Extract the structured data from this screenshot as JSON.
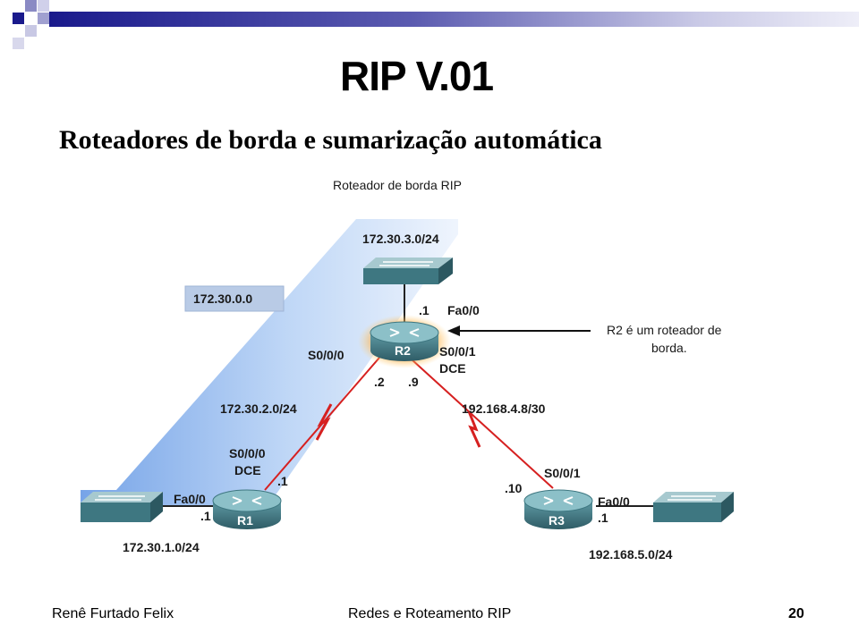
{
  "slide": {
    "title": "RIP V.01",
    "subtitle": "Roteadores de borda e sumarização automática",
    "footer_author": "Renê Furtado Felix",
    "footer_course": "Redes e Roteamento RIP",
    "page_number": "20"
  },
  "diagram": {
    "caption": "Roteador de borda RIP",
    "network_summary": "172.30.0.0",
    "annotation": "R2 é um roteador de borda.",
    "routers": {
      "r1": "R1",
      "r2": "R2",
      "r3": "R3"
    },
    "networks": {
      "net_r2_lan": "172.30.3.0/24",
      "net_r1_r2": "172.30.2.0/24",
      "net_r2_r3": "192.168.4.8/30",
      "net_r1_lan": "172.30.1.0/24",
      "net_r3_lan": "192.168.5.0/24"
    },
    "interfaces": {
      "r2_fa": "Fa0/0",
      "r2_fa_host": ".1",
      "r2_s000": "S0/0/0",
      "r2_s001": "S0/0/1",
      "r2_dce": "DCE",
      "r2_s000_host": ".2",
      "r2_s001_host": ".9",
      "r1_s000": "S0/0/0",
      "r1_dce": "DCE",
      "r1_s000_host": ".1",
      "r1_fa": "Fa0/0",
      "r1_fa_host": ".1",
      "r3_s001": "S0/0/1",
      "r3_s001_host": ".10",
      "r3_fa": "Fa0/0",
      "r3_fa_host": ".1"
    }
  }
}
